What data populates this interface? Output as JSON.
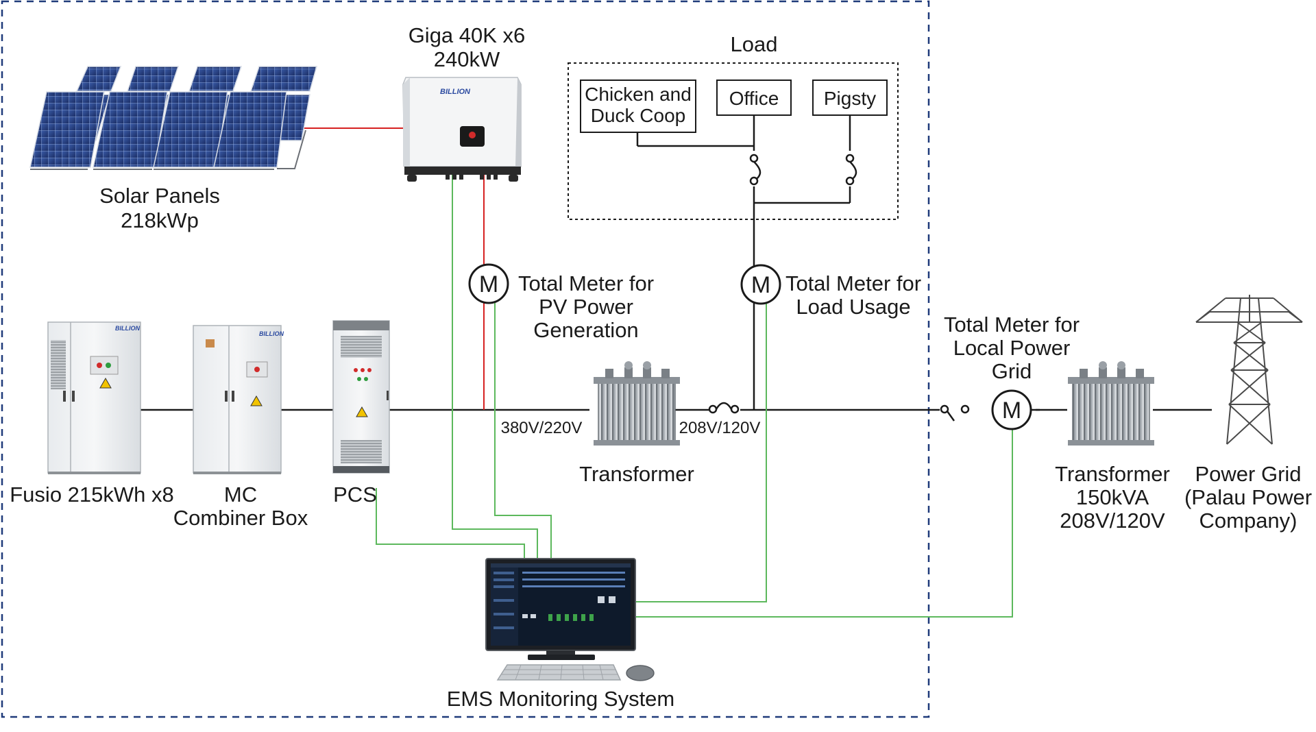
{
  "inverter": {
    "label_line1": "Giga 40K x6",
    "label_line2": "240kW",
    "brand": "BILLION"
  },
  "solar": {
    "label_line1": "Solar Panels",
    "label_line2": "218kWp"
  },
  "load": {
    "title": "Load",
    "items": [
      {
        "label_lines": [
          "Chicken and",
          "Duck Coop"
        ]
      },
      {
        "label_lines": [
          "Office"
        ]
      },
      {
        "label_lines": [
          "Pigsty"
        ]
      }
    ]
  },
  "meters": {
    "symbol": "M",
    "pv": {
      "label_lines": [
        "Total Meter for",
        "PV Power",
        "Generation"
      ]
    },
    "load": {
      "label_lines": [
        "Total Meter for",
        "Load Usage"
      ]
    },
    "grid": {
      "label_lines": [
        "Total Meter for",
        "Local Power",
        "Grid"
      ]
    }
  },
  "storage": {
    "label": "Fusio 215kWh x8",
    "brand": "BILLION"
  },
  "combiner": {
    "label_line1": "MC",
    "label_line2": "Combiner Box",
    "brand": "BILLION"
  },
  "pcs": {
    "label": "PCS"
  },
  "voltages": {
    "v1": "380V/220V",
    "v2": "208V/120V"
  },
  "transformer_local": {
    "label": "Transformer"
  },
  "transformer_grid": {
    "label_lines": [
      "Transformer",
      "150kVA",
      "208V/120V"
    ]
  },
  "power_grid": {
    "label_lines": [
      "Power Grid",
      "(Palau Power",
      "Company)"
    ]
  },
  "ems": {
    "label": "EMS Monitoring System"
  },
  "colors": {
    "ac_line": "#1a1a1a",
    "dc_line": "#d62020",
    "comm_line": "#5cb85c",
    "boundary": "#1f3a7a"
  },
  "icons": [
    "solar-panel-icon",
    "inverter-icon",
    "battery-cabinet-icon",
    "combiner-box-icon",
    "pcs-cabinet-icon",
    "transformer-icon",
    "transmission-tower-icon",
    "monitor-icon",
    "keyboard-icon",
    "mouse-icon",
    "switch-icon"
  ]
}
